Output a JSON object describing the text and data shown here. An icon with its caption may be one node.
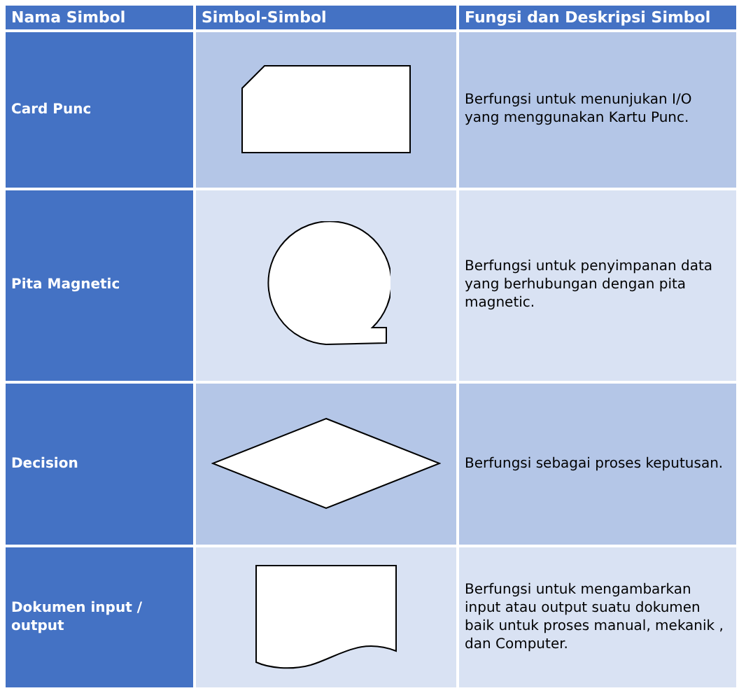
{
  "diagram": {
    "nodes": [
      {
        "text": [],
        "shape": "card"
      },
      {
        "text": [],
        "shape": "tape"
      },
      {
        "text": [],
        "shape": "diamond"
      },
      {
        "text": [],
        "shape": "document"
      }
    ],
    "labels": [
      "Nama Simbol",
      "Simbol-Simbol",
      "Fungsi dan Deskripsi Simbol",
      "Card Punc",
      "Berfungsi untuk menunjukan I/O yang menggunakan Kartu Punc.",
      "Pita Magnetic",
      "Berfungsi untuk penyimpanan data yang berhubungan dengan pita magnetic.",
      "Decision",
      "Berfungsi sebagai proses keputusan.",
      "Dokumen input / output",
      "Berfungsi untuk mengambarkan input atau output suatu dokumen baik untuk proses manual, mekanik , dan Computer."
    ]
  }
}
